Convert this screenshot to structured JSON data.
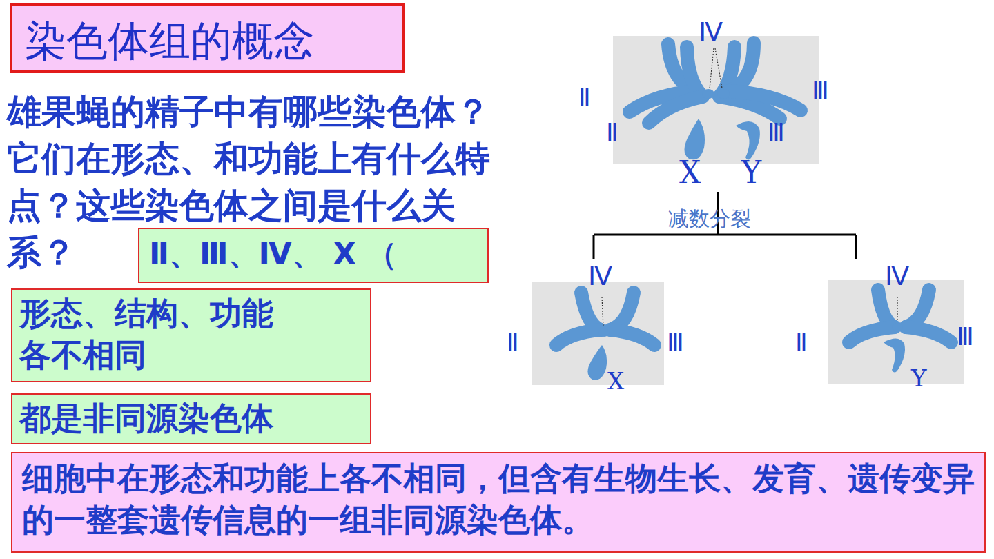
{
  "diagram": {
    "title": "染色体组的概念",
    "nodes": [
      {
        "text": [
          "Ⅱ、Ⅲ、Ⅳ、 X （"
        ]
      },
      {
        "text": [
          "形态、结构、功能 各不相同"
        ]
      },
      {
        "text": [
          "都是非同源染色体"
        ]
      },
      {
        "text": [
          "细胞中在形态和功能上各不相同，但含有生物生长、发育、遗传变异的一整套遗传信息的一组非同源染色体。"
        ]
      }
    ],
    "labels": [
      "雄果蝇的精子中有哪些染色体？它们在形态、和功能上有什么特点？这些染色体之间是什么关系？",
      "Ⅳ",
      "Ⅱ",
      "Ⅱ",
      "Ⅲ",
      "Ⅲ",
      "X",
      "Y",
      "减数分裂",
      "Ⅳ",
      "Ⅱ",
      "Ⅲ",
      "X",
      "Ⅳ",
      "Ⅱ",
      "Ⅲ",
      "Y"
    ]
  }
}
